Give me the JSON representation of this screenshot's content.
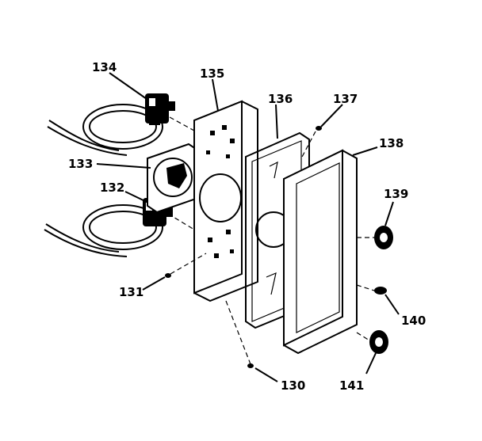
{
  "parts": [
    {
      "id": "130",
      "label": "130",
      "name": "screw"
    },
    {
      "id": "131",
      "label": "131",
      "name": "screw"
    },
    {
      "id": "132",
      "label": "132",
      "name": "lower-switch"
    },
    {
      "id": "133",
      "label": "133",
      "name": "timer"
    },
    {
      "id": "134",
      "label": "134",
      "name": "upper-switch"
    },
    {
      "id": "135",
      "label": "135",
      "name": "control-panel"
    },
    {
      "id": "136",
      "label": "136",
      "name": "gasket"
    },
    {
      "id": "137",
      "label": "137",
      "name": "screw"
    },
    {
      "id": "138",
      "label": "138",
      "name": "panel-frame"
    },
    {
      "id": "139",
      "label": "139",
      "name": "knob"
    },
    {
      "id": "140",
      "label": "140",
      "name": "spring"
    },
    {
      "id": "141",
      "label": "141",
      "name": "knob"
    }
  ]
}
